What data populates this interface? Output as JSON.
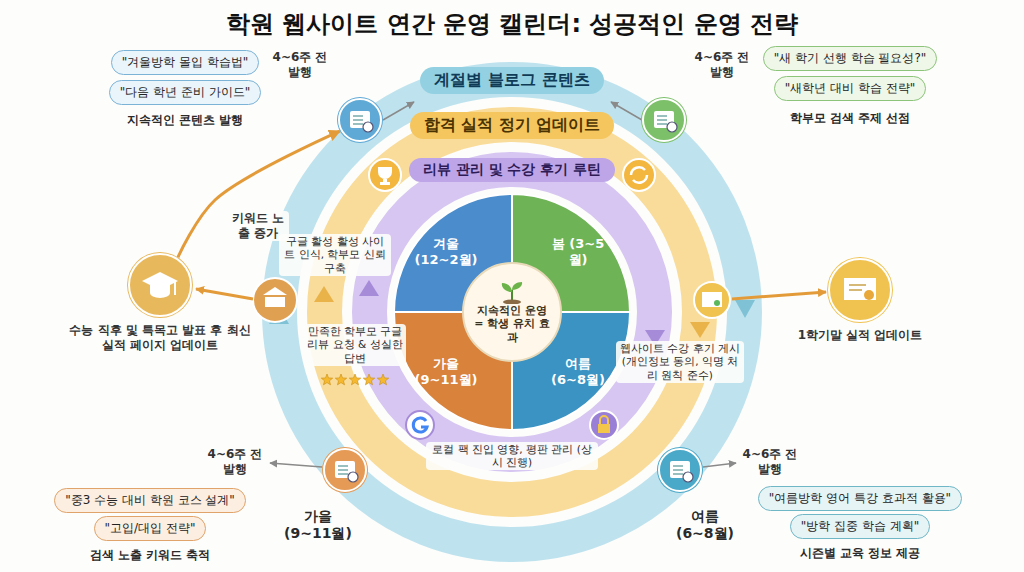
{
  "diagram": {
    "title": "학원 웹사이트 연간 운영 캘린더: 성공적인 운영 전략",
    "nodes": [
      {
        "text": [
          "계절별 블로그 콘텐츠"
        ]
      },
      {
        "text": [
          "합격 실적 정기 업데이트"
        ]
      },
      {
        "text": [
          "리뷰 관리 및 수강 후기 루틴"
        ]
      },
      {
        "text": [
          "지속적인 운영 = 학생 유치 효과"
        ]
      },
      {
        "text": [
          "겨울 (12~2월)"
        ]
      },
      {
        "text": [
          "봄 (3~5월)"
        ]
      },
      {
        "text": [
          "가을 (9~11월)"
        ]
      },
      {
        "text": [
          "여름 (6~8월)"
        ]
      },
      {
        "text": [
          "4~6주 전 발행"
        ]
      },
      {
        "text": [
          "\"겨울방학 몰입 학습법\""
        ]
      },
      {
        "text": [
          "\"다음 학년 준비 가이드\""
        ]
      },
      {
        "text": [
          "4~6주 전 발행"
        ]
      },
      {
        "text": [
          "\"새 학기 선행 학습 필요성?\""
        ]
      },
      {
        "text": [
          "\"새학년 대비 학습 전략\""
        ]
      },
      {
        "text": [
          "수능 직후 및 특목고 발표 후 최신 실적 페이지 업데이트"
        ]
      },
      {
        "text": [
          "1학기말 실적 업데이트"
        ]
      },
      {
        "text": [
          "4~6주 전 발행"
        ]
      },
      {
        "text": [
          "\"중3 수능 대비 학원 코스 설계\""
        ]
      },
      {
        "text": [
          "\"고입/대입 전략\""
        ]
      },
      {
        "text": [
          "4~6주 전 발행"
        ]
      },
      {
        "text": [
          "\"여름방학 영어 특강 효과적 활용\""
        ]
      },
      {
        "text": [
          "\"방학 집중 학습 계획\""
        ]
      }
    ],
    "edges": [
      {
        "from": 14,
        "to": 8,
        "arrow": "to",
        "label": "키워드 노출 증가"
      }
    ],
    "labels": [
      "지속적인 콘텐츠 발행",
      "학부모 검색 주제 선점",
      "구글 활성 활성 사이트 인식, 학부모 신뢰 구축",
      "만족한 학부모 구글 리뷰 요청 & 성실한 답변",
      "웹사이트 수강 후기 게시 (개인정보 동의, 익명 처리 원칙 준수)",
      "로컬 팩 진입 영향, 평판 관리 (상시 진행)",
      "가을 (9~11월)",
      "검색 노출 키워드 축적",
      "여름 (6~8월)",
      "시즌별 교육 정보 제공"
    ]
  }
}
